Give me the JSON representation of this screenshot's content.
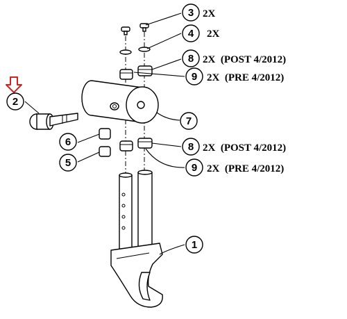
{
  "callouts": [
    {
      "id": "3",
      "number": "3",
      "text": "2X"
    },
    {
      "id": "4",
      "number": "4",
      "text": "2X"
    },
    {
      "id": "8a",
      "number": "8",
      "text": "2X  (POST 4/2012)"
    },
    {
      "id": "9a",
      "number": "9",
      "text": "2X  (PRE 4/2012)"
    },
    {
      "id": "7",
      "number": "7",
      "text": ""
    },
    {
      "id": "2",
      "number": "2",
      "text": ""
    },
    {
      "id": "6",
      "number": "6",
      "text": ""
    },
    {
      "id": "5",
      "number": "5",
      "text": ""
    },
    {
      "id": "8b",
      "number": "8",
      "text": "2X  (POST 4/2012)"
    },
    {
      "id": "9b",
      "number": "9",
      "text": "2X  (PRE 4/2012)"
    },
    {
      "id": "1",
      "number": "1",
      "text": ""
    }
  ],
  "colors": {
    "highlight_arrow": "#d32020",
    "line": "#000000"
  }
}
